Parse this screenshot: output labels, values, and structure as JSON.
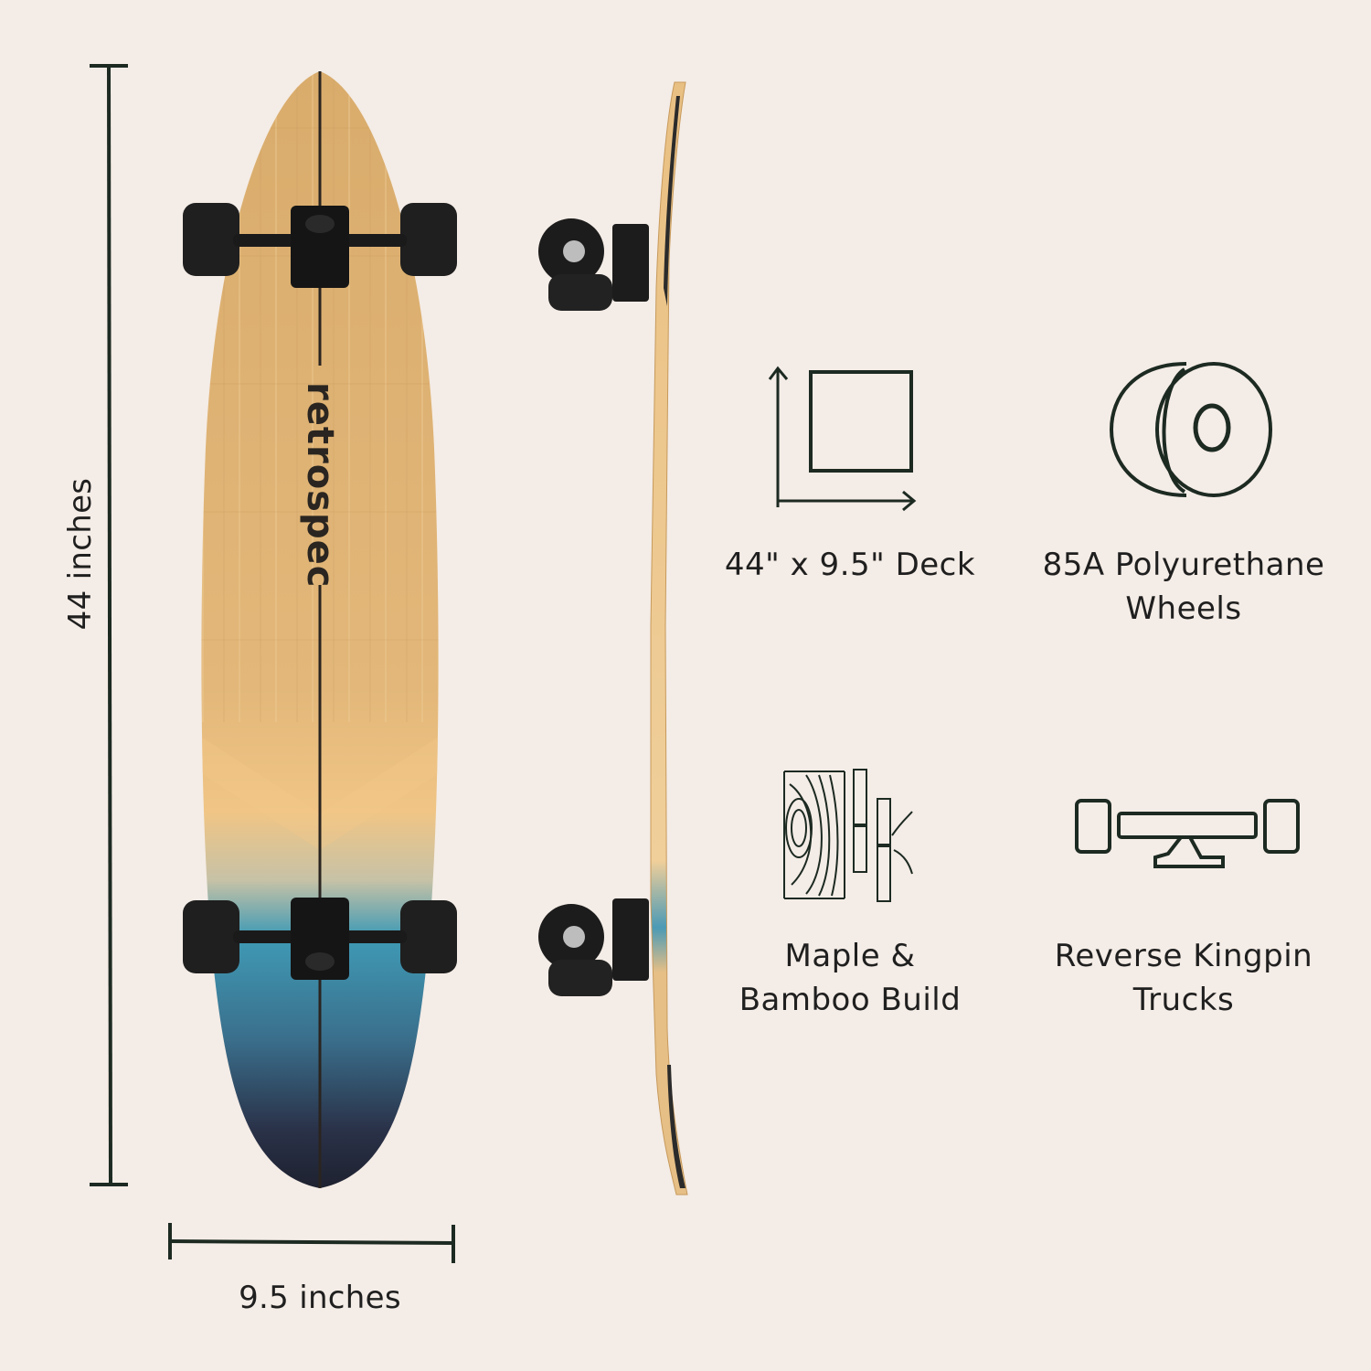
{
  "dimensions": {
    "height_label": "44 inches",
    "width_label": "9.5 inches"
  },
  "board": {
    "brand": "retrospec"
  },
  "features": [
    {
      "icon": "deck-size-icon",
      "label_lines": [
        "44\" x 9.5\" Deck"
      ]
    },
    {
      "icon": "wheel-icon",
      "label_lines": [
        "85A Polyurethane",
        "Wheels"
      ]
    },
    {
      "icon": "maple-bamboo-icon",
      "label_lines": [
        "Maple &",
        "Bamboo Build"
      ]
    },
    {
      "icon": "truck-icon",
      "label_lines": [
        "Reverse Kingpin",
        "Trucks"
      ]
    }
  ],
  "colors": {
    "background": "#f4ece6",
    "ink": "#1c2a22",
    "wood": "#e4b777",
    "teal": "#3f8fa8",
    "navy": "#1e2636"
  }
}
